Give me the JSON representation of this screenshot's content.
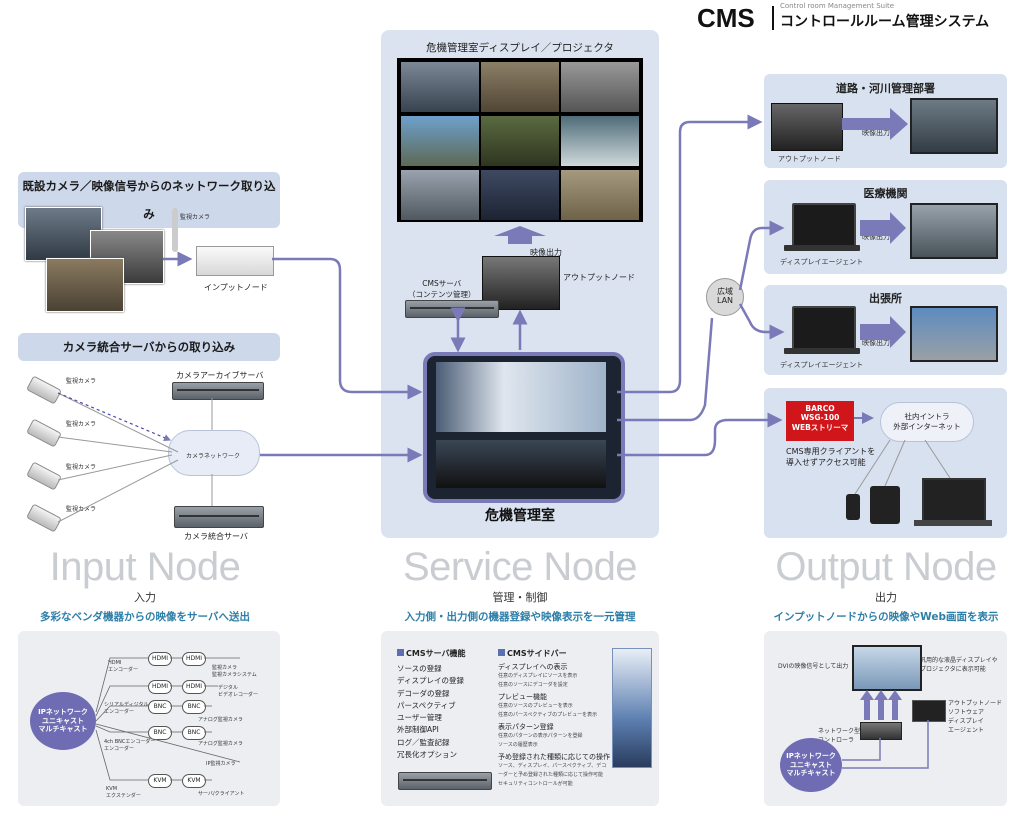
{
  "header": {
    "logo": "CMS",
    "tagline_small": "Control room Management Suite",
    "tagline": "コントロールルーム管理システム"
  },
  "input": {
    "section1_title": "既設カメラ／映像信号からのネットワーク取り込み",
    "camera_label": "監視カメラ",
    "input_node_label": "インプットノード",
    "section2_title": "カメラ統合サーバからの取り込み",
    "archive_server_label": "カメラアーカイブサーバ",
    "camera_network_label": "カメラネットワーク",
    "integration_server_label": "カメラ統合サーバ",
    "cam_labels": [
      "監視カメラ",
      "監視カメラ",
      "監視カメラ",
      "監視カメラ"
    ],
    "big_title": "Input Node",
    "sub_jp": "入力",
    "desc": "多彩なベンダ機器からの映像をサーバへ送出"
  },
  "service": {
    "display_title": "危機管理室ディスプレイ／プロジェクタ",
    "video_out_label": "映像出力",
    "cms_server_label": "CMSサーバ\n（コンテンツ管理）",
    "output_node_label": "アウトプットノード",
    "room_label": "危機管理室",
    "big_title": "Service Node",
    "sub_jp": "管理・制御",
    "desc": "入力側・出力側の機器登録や映像表示を一元管理"
  },
  "output": {
    "dest1_title": "道路・河川管理部署",
    "dest1_video_out": "映像出力",
    "dest1_device": "アウトプットノード",
    "wan_label": "広域\nLAN",
    "dest2_title": "医療機関",
    "dest2_video_out": "映像出力",
    "dest2_device": "ディスプレイエージェント",
    "dest3_title": "出張所",
    "dest3_video_out": "映像出力",
    "dest3_device": "ディスプレイエージェント",
    "barco_label": "BARCO\nWSG-100\nWEBストリーマ",
    "intranet_label": "社内イントラ\n外部インターネット",
    "client_note": "CMS専用クライアントを\n導入せずアクセス可能",
    "big_title": "Output Node",
    "sub_jp": "出力",
    "desc": "インプットノードからの映像やWeb画面を表示"
  },
  "bottom_input": {
    "center_node": "IPネットワーク\nユニキャスト\nマルチキャスト",
    "rows": [
      {
        "left_device": "HDMI\nエンコーダー",
        "a": "HDMI",
        "b": "HDMI",
        "right_device": "監視カメラ\n監視カメラシステム"
      },
      {
        "left_device": "シリアルディジタル\nエンコーダー",
        "a": "HDMI",
        "b": "HDMI",
        "right_device": "デジタル\nビデオレコーダー"
      },
      {
        "left_device": "",
        "a": "BNC",
        "b": "BNC",
        "right_device": "アナログ監視カメラ"
      },
      {
        "left_device": "4ch BNCエンコーダー\nエンコーダー",
        "a": "BNC",
        "b": "BNC",
        "right_device": "アナログ監視カメラ"
      },
      {
        "left_device": "KVM\nエクステンダー",
        "a": "KVM",
        "b": "KVM",
        "right_device": "サーバ/クライアント"
      }
    ],
    "extra_label": "IP監視カメラ"
  },
  "bottom_service": {
    "left_title": "CMSサーバ機能",
    "left_items": [
      "ソースの登録",
      "ディスプレイの登録",
      "デコーダの登録",
      "パースペクティブ",
      "ユーザー管理",
      "外部制御API",
      "ログ／監査記録",
      "冗長化オプション"
    ],
    "right_title": "CMSサイドバー",
    "right_groups": [
      {
        "title": "ディスプレイへの表示",
        "items": [
          "任意のディスプレイにソースを表示",
          "任意のソースにデコーダを設定"
        ]
      },
      {
        "title": "プレビュー機能",
        "items": [
          "任意のソースのプレビューを表示",
          "任意のパースペクティブのプレビューを表示"
        ]
      },
      {
        "title": "表示パターン登録",
        "items": [
          "任意のパターンの表示パターンを登録",
          "ソースの履歴表示"
        ]
      },
      {
        "title": "予め登録された種類に応じての操作",
        "items": [
          "ソース、ディスプレイ、パースペクティブ、デコーダーと予め登録された種類に応じて操作可能",
          "セキュリティコントロールが可能"
        ]
      }
    ]
  },
  "bottom_output": {
    "dvi_label": "DVIの映像信号として出力",
    "display_label": "汎用的な液晶ディスプレイや\nプロジェクタに表示可能",
    "laptop_label": "アウトプットノード\nソフトウェア\nディスプレイ\nエージェント",
    "controller_label": "ネットワーク型\nコントローラ",
    "center_node": "IPネットワーク\nユニキャスト\nマルチキャスト"
  },
  "colors": {
    "accent": "#7b7ab8",
    "panel": "#dbe3f0",
    "link": "#2e7fa8"
  }
}
